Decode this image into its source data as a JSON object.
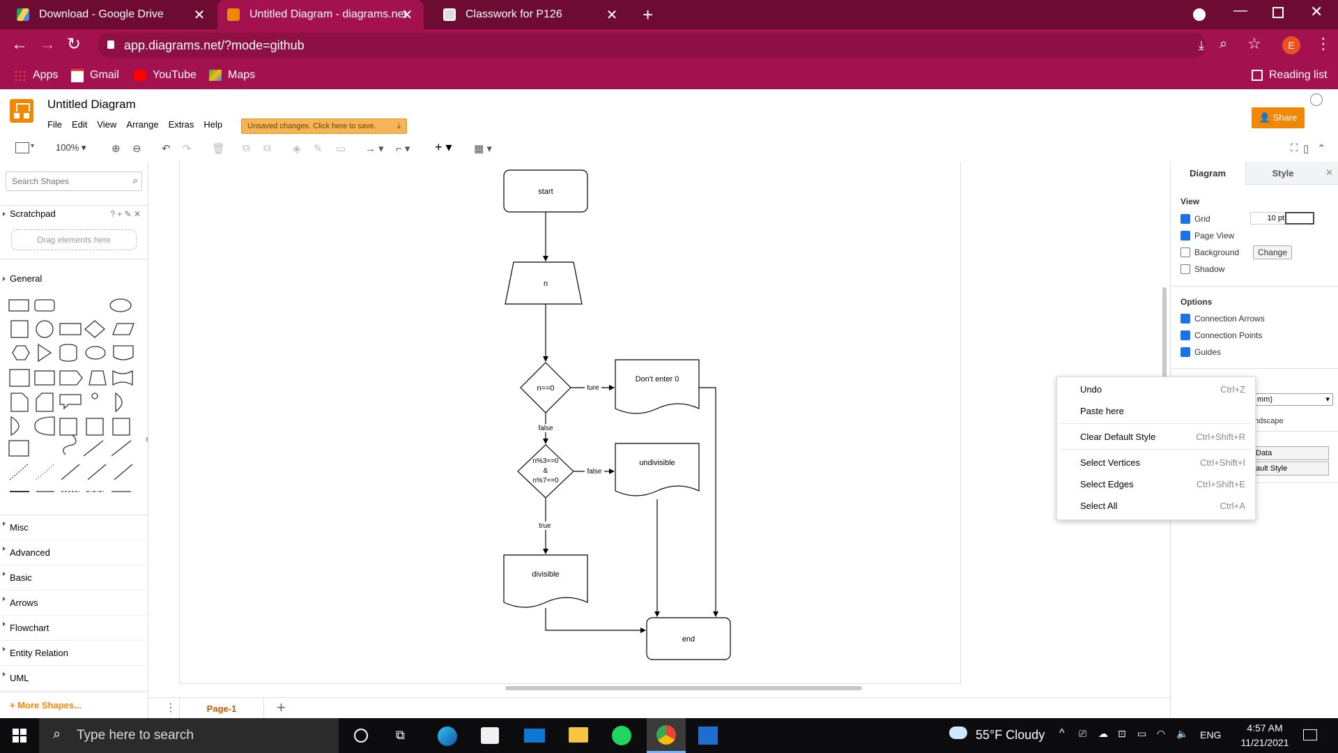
{
  "browser": {
    "tabs": [
      {
        "label": "Download - Google Drive",
        "active": false
      },
      {
        "label": "Untitled Diagram - diagrams.net",
        "active": true
      },
      {
        "label": "Classwork for P126",
        "active": false
      }
    ],
    "url": "app.diagrams.net/?mode=github",
    "profile_initial": "E",
    "bookmarks": [
      "Apps",
      "Gmail",
      "YouTube",
      "Maps"
    ],
    "reading_list": "Reading list"
  },
  "app": {
    "title": "Untitled Diagram",
    "menus": [
      "File",
      "Edit",
      "View",
      "Arrange",
      "Extras",
      "Help"
    ],
    "unsaved_banner": "Unsaved changes. Click here to save.",
    "share_label": "Share",
    "zoom": "100%"
  },
  "sidebar": {
    "search_placeholder": "Search Shapes",
    "scratchpad": "Scratchpad",
    "scratchpad_tools": "? + ✎ ✕",
    "drag_hint": "Drag elements here",
    "general": "General",
    "categories": [
      "Misc",
      "Advanced",
      "Basic",
      "Arrows",
      "Flowchart",
      "Entity Relation",
      "UML"
    ],
    "more_shapes": "+ More Shapes..."
  },
  "diagram": {
    "start": "start",
    "input": "n",
    "decision1": "n==0",
    "decision1_true_label": "ture",
    "decision1_false_label": "false",
    "dont_enter": "Don't enter 0",
    "decision2_lines": [
      "n%3==0",
      "&",
      "n%7==0"
    ],
    "decision2_false_label": "false",
    "decision2_true_label": "true",
    "undivisible": "undivisible",
    "divisible": "divisible",
    "end": "end"
  },
  "pagebar": {
    "page_tab": "Page-1"
  },
  "rightpanel": {
    "tab_diagram": "Diagram",
    "tab_style": "Style",
    "view_heading": "View",
    "grid_label": "Grid",
    "grid_size": "10 pt",
    "page_view_label": "Page View",
    "background_label": "Background",
    "change_button": "Change",
    "shadow_label": "Shadow",
    "options_heading": "Options",
    "connection_arrows": "Connection Arrows",
    "connection_points": "Connection Points",
    "guides": "Guides",
    "partial_select": "mm)",
    "partial_landscape": "ndscape",
    "partial_data": "Data",
    "partial_default_style": "ault Style"
  },
  "context_menu": [
    {
      "label": "Undo",
      "shortcut": "Ctrl+Z"
    },
    {
      "label": "Paste here",
      "shortcut": ""
    },
    {
      "label": "Clear Default Style",
      "shortcut": "Ctrl+Shift+R"
    },
    {
      "label": "Select Vertices",
      "shortcut": "Ctrl+Shift+I"
    },
    {
      "label": "Select Edges",
      "shortcut": "Ctrl+Shift+E"
    },
    {
      "label": "Select All",
      "shortcut": "Ctrl+A"
    }
  ],
  "taskbar": {
    "search_placeholder": "Type here to search",
    "weather": "55°F  Cloudy",
    "language": "ENG",
    "time": "4:57 AM",
    "date": "11/21/2021"
  },
  "colors": {
    "browser_dark": "#6d0b33",
    "browser": "#a3124f",
    "share": "#f08705",
    "unsaved": "#f5b556"
  }
}
